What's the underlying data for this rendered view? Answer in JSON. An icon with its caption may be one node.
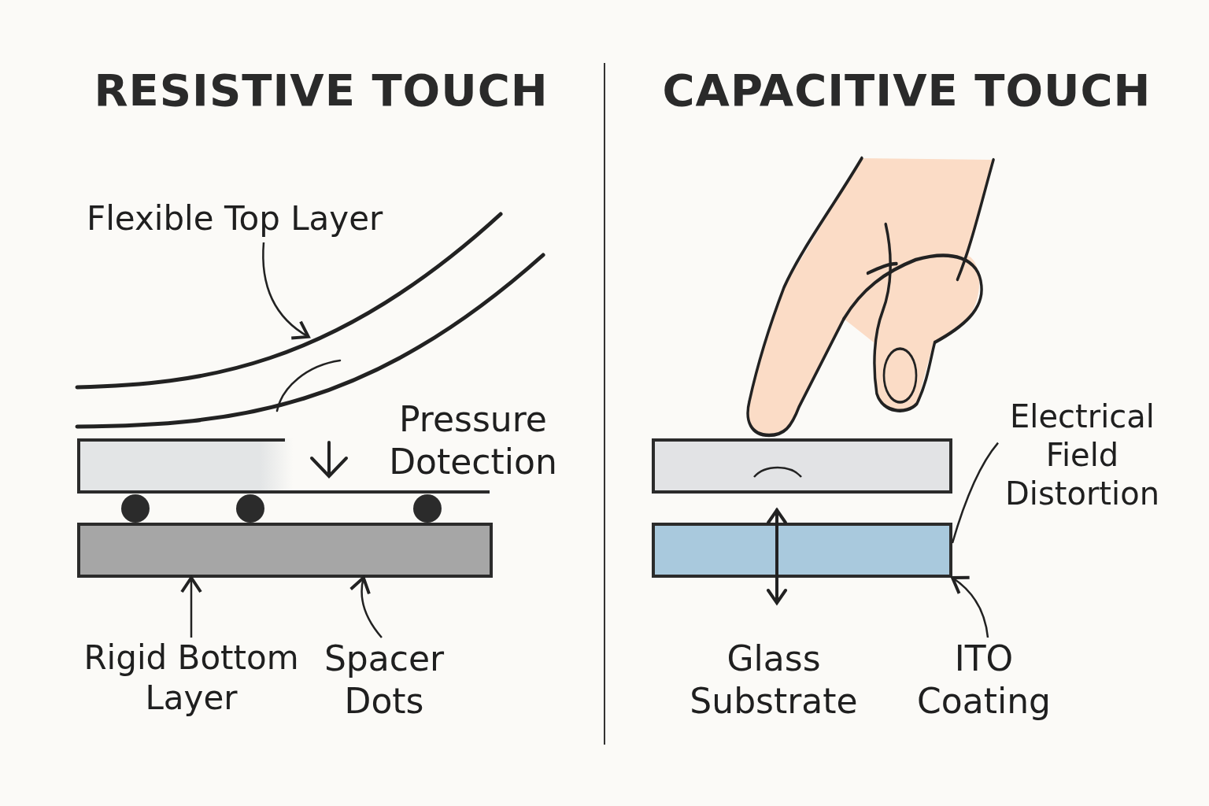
{
  "diagram": {
    "nodes": [
      {
        "text": [
          "Flexible Top Layer"
        ]
      },
      {
        "text": [],
        "shape": "picture"
      },
      {
        "text": [],
        "shape": "box"
      },
      {
        "text": [
          "Pressure Dotection"
        ]
      },
      {
        "text": [],
        "shape": "box"
      },
      {
        "text": [],
        "shape": "circle"
      },
      {
        "text": [],
        "shape": "circle"
      },
      {
        "text": [],
        "shape": "circle"
      },
      {
        "text": [
          "Rigid Bottom Layer"
        ]
      },
      {
        "text": [
          "Spacer Dots"
        ]
      },
      {
        "text": [],
        "shape": "picture"
      },
      {
        "text": [],
        "shape": "box"
      },
      {
        "text": [],
        "shape": "box"
      },
      {
        "text": [
          "Electrical Field Distortion"
        ]
      },
      {
        "text": [
          "Glass Substrate"
        ]
      },
      {
        "text": [
          "ITO Coating"
        ]
      }
    ],
    "edges": [
      {
        "from": 0,
        "to": 1,
        "arrow": "to"
      },
      {
        "from": 8,
        "to": 4,
        "arrow": "to"
      },
      {
        "from": 9,
        "to": 4,
        "arrow": "to"
      },
      {
        "from": 13,
        "to": 12,
        "arrow": "none"
      },
      {
        "from": 15,
        "to": 12,
        "arrow": "to"
      }
    ],
    "labels": [
      "RESISTIVE TOUCH",
      "CAPACITIVE TOUCH"
    ]
  }
}
